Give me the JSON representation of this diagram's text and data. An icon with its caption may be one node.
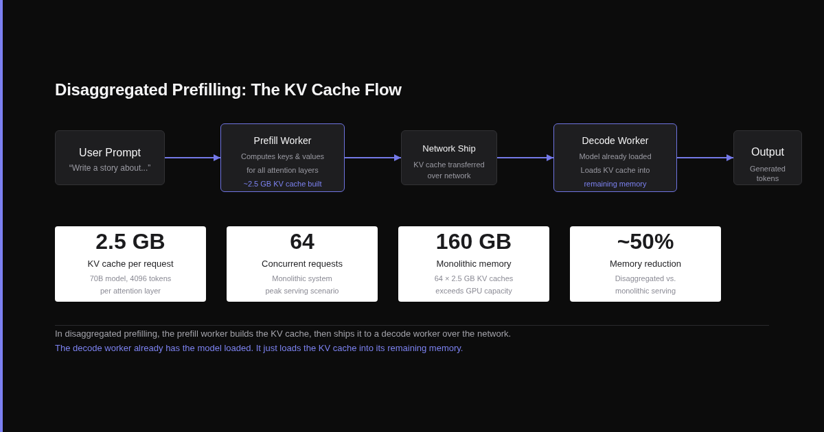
{
  "diagram": {
    "title": "Disaggregated Prefilling: The KV Cache Flow",
    "nodes": [
      {
        "text": [
          "User Prompt",
          "“Write a story about...”"
        ]
      },
      {
        "text": [
          "Prefill Worker",
          "Computes keys & values for all attention layers",
          "~2.5 GB KV cache built"
        ]
      },
      {
        "text": [
          "Network Ship",
          "KV cache transferred over network"
        ]
      },
      {
        "text": [
          "Decode Worker",
          "Model already loaded",
          "Loads KV cache into",
          "remaining memory"
        ]
      },
      {
        "text": [
          "Output",
          "Generated tokens"
        ]
      },
      {
        "text": [
          "2.5 GB",
          "KV cache per request",
          "70B model, 4096 tokens per attention layer"
        ]
      },
      {
        "text": [
          "64",
          "Concurrent requests",
          "Monolithic system peak serving scenario"
        ]
      },
      {
        "text": [
          "160 GB",
          "Monolithic memory",
          "64 × 2.5 GB KV caches exceeds GPU capacity"
        ]
      },
      {
        "text": [
          "~50%",
          "Memory reduction",
          "Disaggregated vs. monolithic serving"
        ]
      }
    ],
    "edges": [
      {
        "from": 0,
        "to": 1,
        "arrow": "to"
      },
      {
        "from": 1,
        "to": 2,
        "arrow": "to"
      },
      {
        "from": 2,
        "to": 3,
        "arrow": "to"
      },
      {
        "from": 3,
        "to": 4,
        "arrow": "to"
      }
    ],
    "labels": [
      "In disaggregated prefilling, the prefill worker builds the KV cache, then ships it to a decode worker over the network.",
      "The decode worker already has the model loaded. It just loads the KV cache into its remaining memory."
    ]
  }
}
